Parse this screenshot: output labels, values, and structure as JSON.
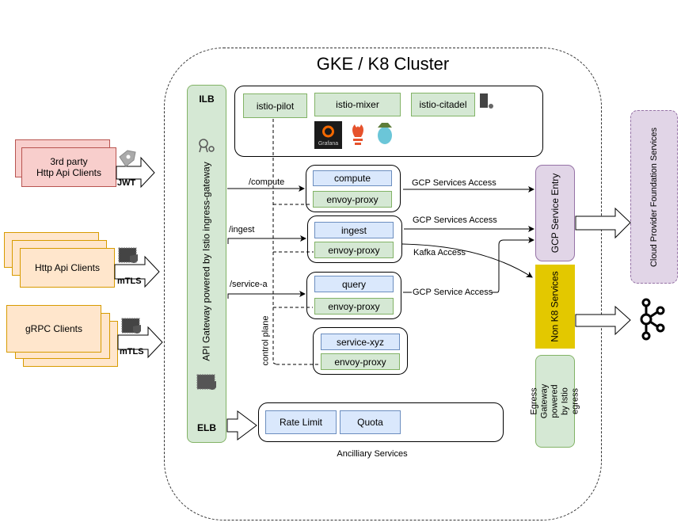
{
  "cluster": {
    "title": "GKE / K8 Cluster"
  },
  "clients": [
    {
      "label_line1": "3rd party",
      "label_line2": "Http Api Clients",
      "auth": "JWT",
      "auth_icon": "key-tag-icon"
    },
    {
      "label": "Http Api Clients",
      "auth": "mTLS",
      "auth_icon": "certificate-shield-icon"
    },
    {
      "label": "gRPC Clients",
      "auth": "mTLS",
      "auth_icon": "certificate-shield-icon"
    }
  ],
  "gateway": {
    "top_label": "ILB",
    "label": "API Gateway powered by Istio ingress-gateway",
    "bottom_label": "ELB"
  },
  "control_plane": {
    "components": [
      "istio-pilot",
      "istio-mixer",
      "istio-citadel"
    ],
    "logos": [
      "Grafana",
      "Prometheus",
      "Jaeger"
    ],
    "edge_label": "control plane"
  },
  "routes": [
    "/compute",
    "/ingest",
    "/service-a"
  ],
  "services": [
    {
      "name": "compute",
      "proxy": "envoy-proxy"
    },
    {
      "name": "ingest",
      "proxy": "envoy-proxy"
    },
    {
      "name": "query",
      "proxy": "envoy-proxy"
    },
    {
      "name": "service-xyz",
      "proxy": "envoy-proxy"
    }
  ],
  "edges": {
    "compute_out": "GCP Services Access",
    "ingest_out": "GCP Services Access",
    "kafka": "Kafka Access",
    "query_out": "GCP Service Access"
  },
  "ancillary": {
    "items": [
      "Rate Limit",
      "Quota"
    ],
    "caption": "Ancilliary  Services"
  },
  "right": {
    "service_entry": "GCP Service Entry",
    "non_k8": "Non K8 Services",
    "egress": "Egress Gateway powered by Istio egress",
    "cloud": "Cloud Provider Foundation Services",
    "kafka_icon": "kafka-icon"
  },
  "colors": {
    "green": "#d5e8d4",
    "blue": "#dae8fc",
    "purple": "#e1d5e7",
    "yellow": "#e3c800",
    "pink": "#f8cecc",
    "orange": "#ffe6cc"
  }
}
